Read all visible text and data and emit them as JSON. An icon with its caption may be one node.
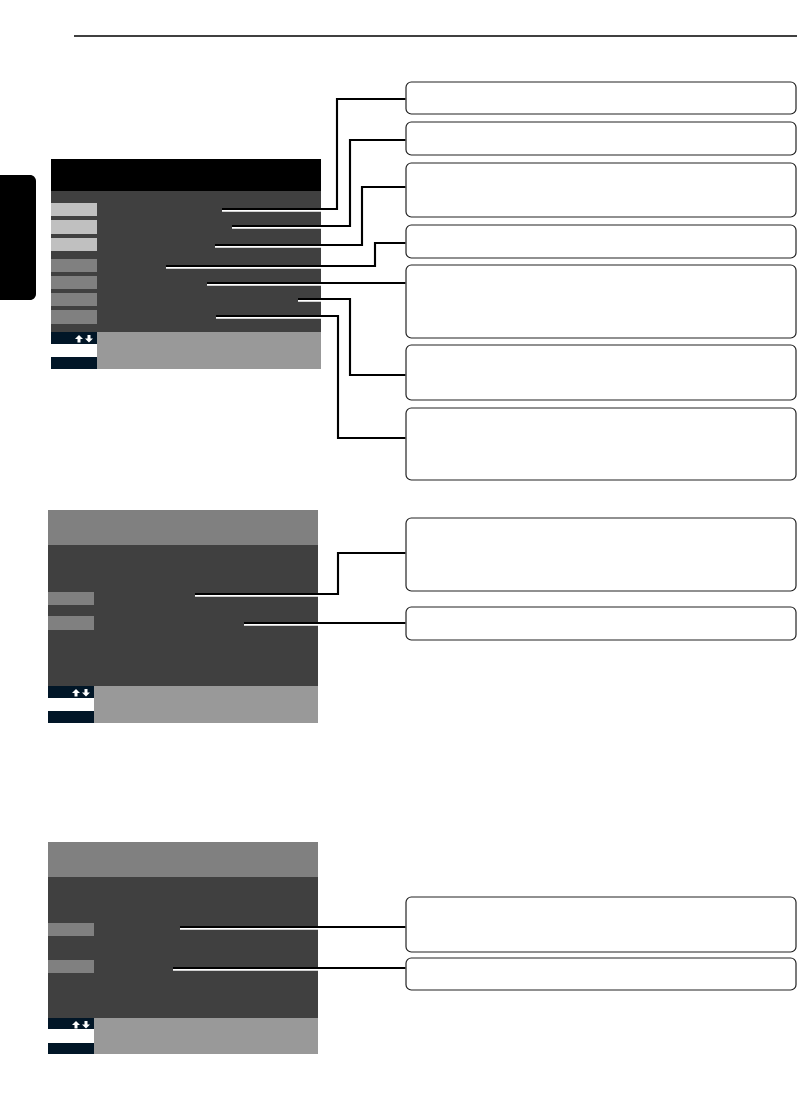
{
  "diagram": {
    "nodes": [
      {
        "text": [],
        "shape": "box"
      },
      {
        "text": [],
        "shape": "box"
      },
      {
        "text": [],
        "shape": "box"
      },
      {
        "text": [],
        "shape": "box"
      },
      {
        "text": [],
        "shape": "box"
      },
      {
        "text": [],
        "shape": "box"
      },
      {
        "text": [],
        "shape": "box"
      },
      {
        "text": [],
        "shape": "box"
      },
      {
        "text": [],
        "shape": "box"
      },
      {
        "text": [],
        "shape": "box"
      },
      {
        "text": [],
        "shape": "box"
      }
    ],
    "edges": [
      {
        "from": 0,
        "to": null,
        "arrow": "none"
      },
      {
        "from": 1,
        "to": null,
        "arrow": "none"
      },
      {
        "from": 2,
        "to": null,
        "arrow": "none"
      },
      {
        "from": 3,
        "to": null,
        "arrow": "none"
      },
      {
        "from": 4,
        "to": null,
        "arrow": "none"
      },
      {
        "from": 5,
        "to": null,
        "arrow": "none"
      },
      {
        "from": 6,
        "to": null,
        "arrow": "none"
      },
      {
        "from": 7,
        "to": null,
        "arrow": "none"
      },
      {
        "from": 8,
        "to": null,
        "arrow": "none"
      },
      {
        "from": 9,
        "to": null,
        "arrow": "none"
      },
      {
        "from": 10,
        "to": null,
        "arrow": "none"
      }
    ]
  }
}
